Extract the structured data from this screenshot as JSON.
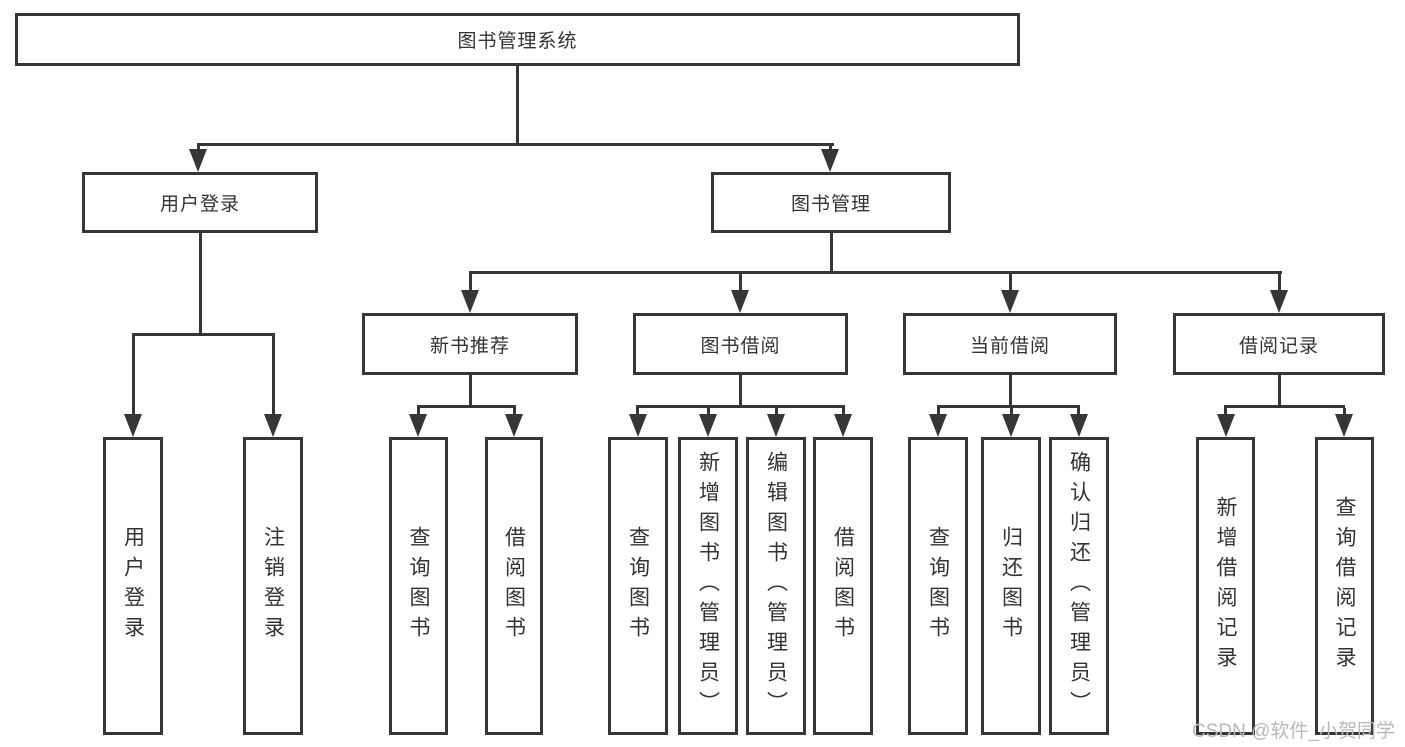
{
  "diagram": {
    "root": "图书管理系统",
    "level1": [
      "用户登录",
      "图书管理"
    ],
    "level2": [
      "新书推荐",
      "图书借阅",
      "当前借阅",
      "借阅记录"
    ],
    "leaves_login": [
      "用户登录",
      "注销登录"
    ],
    "leaves_recommend": [
      "查询图书",
      "借阅图书"
    ],
    "leaves_borrow": [
      "查询图书",
      "新增图书（管理员）",
      "编辑图书（管理员）",
      "借阅图书"
    ],
    "leaves_current": [
      "查询图书",
      "归还图书",
      "确认归还（管理员）"
    ],
    "leaves_records": [
      "新增借阅记录",
      "查询借阅记录"
    ]
  },
  "watermark": "CSDN @软件_小贺同学",
  "colors": {
    "line": "#363636",
    "text": "#333333",
    "watermark": "#b8b8b8",
    "background": "#ffffff"
  }
}
